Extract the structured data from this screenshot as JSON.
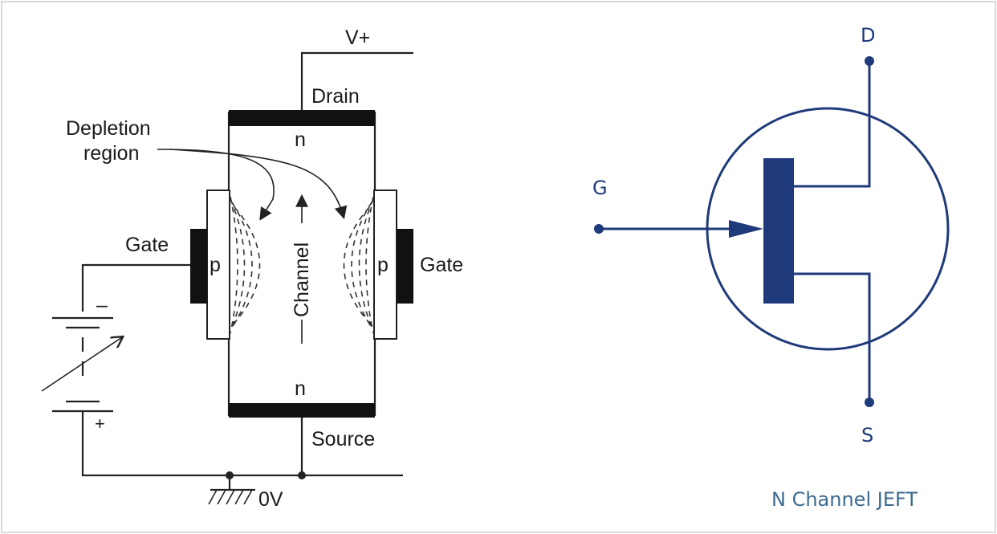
{
  "left_diagram": {
    "supply_label": "V+",
    "drain_label": "Drain",
    "source_label": "Source",
    "ground_label": "0V",
    "depletion_label_line1": "Depletion",
    "depletion_label_line2": "region",
    "n_top": "n",
    "n_bottom": "n",
    "p_left": "p",
    "p_right": "p",
    "gate_left": "Gate",
    "gate_right": "Gate",
    "channel_label": "Channel",
    "battery_minus": "–",
    "battery_plus": "+"
  },
  "symbol": {
    "drain": "D",
    "gate": "G",
    "source": "S",
    "caption": "N Channel JEFT",
    "color": "#1f3a7a",
    "caption_color": "#3d6a8f"
  }
}
